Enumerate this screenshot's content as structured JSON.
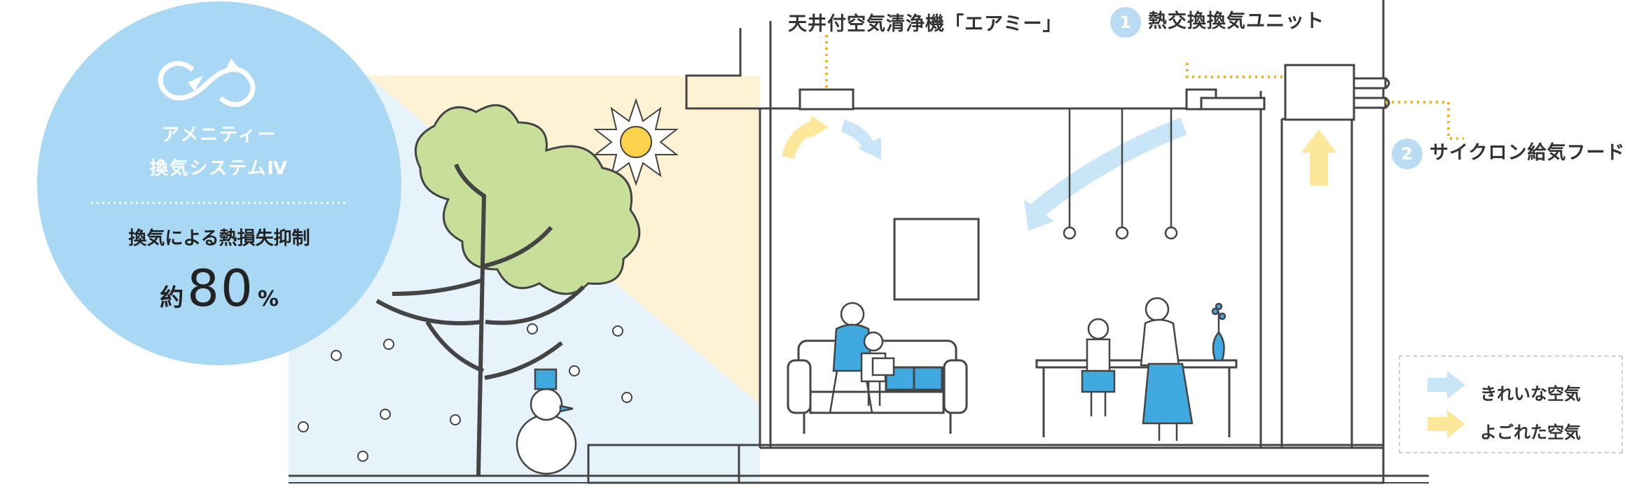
{
  "badge": {
    "title_line1": "アメニティー",
    "title_line2": "換気システムⅣ",
    "subtitle": "換気による熱損失抑制",
    "value_prefix": "約",
    "value": "80",
    "value_unit": "%",
    "icon": "loop-arrows-icon",
    "color": "#a9d8f4"
  },
  "labels": {
    "air_purifier": "天井付空気清浄機「エアミー」",
    "unit1_number": "1",
    "unit1_name": "熱交換換気ユニット",
    "unit2_number": "2",
    "unit2_name": "サイクロン給気フード"
  },
  "legend": {
    "clean_air": "きれいな空気",
    "dirty_air": "よごれた空気",
    "clean_color": "#c9e6f8",
    "dirty_color": "#fde79a"
  },
  "colors": {
    "winter_bg": "#e7f3fb",
    "summer_bg": "#fdf3d4",
    "leader_line": "#f2b41d",
    "accent_blue": "#3fa9e0"
  }
}
